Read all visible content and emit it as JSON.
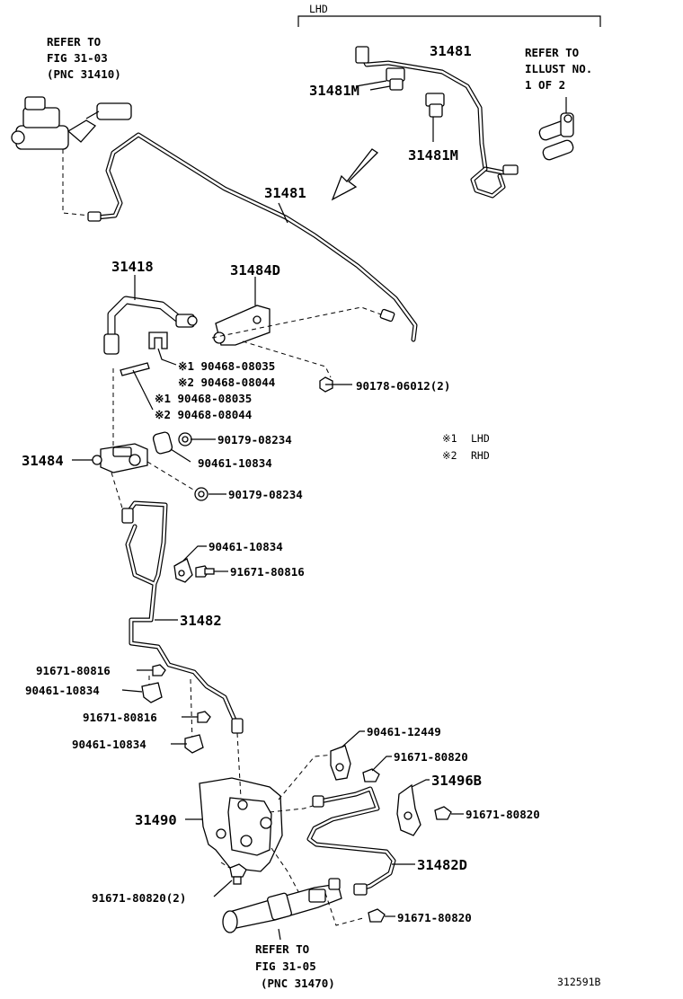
{
  "diagram": {
    "lhd_label": "LHD",
    "refer_top_left": [
      "REFER TO",
      "FIG 31-03",
      "(PNC 31410)"
    ],
    "refer_top_right": [
      "REFER TO",
      "ILLUST NO.",
      "1 OF 2"
    ],
    "refer_bottom": [
      "REFER TO",
      "FIG 31-05",
      "(PNC 31470)"
    ],
    "legend": [
      {
        "mark": "※1",
        "text": "LHD"
      },
      {
        "mark": "※2",
        "text": "RHD"
      }
    ],
    "illustration_code": "312591B",
    "labels": {
      "p31481_top": "31481",
      "p31481m_a": "31481M",
      "p31481m_b": "31481M",
      "p31481_mid": "31481",
      "p31418": "31418",
      "p31484d": "31484D",
      "p90468_1a": "※1 90468-08035",
      "p90468_2a": "※2 90468-08044",
      "p90178": "90178-06012(2)",
      "p90468_1b": "※1 90468-08035",
      "p90468_2b": "※2 90468-08044",
      "p31484": "31484",
      "p90179_a": "90179-08234",
      "p90461_a": "90461-10834",
      "p90179_b": "90179-08234",
      "p90461_b": "90461-10834",
      "p91671_a": "91671-80816",
      "p31482": "31482",
      "p91671_b": "91671-80816",
      "p90461_c": "90461-10834",
      "p91671_c": "91671-80816",
      "p90461_d": "90461-10834",
      "p90461_12449": "90461-12449",
      "p91671_80820_a": "91671-80820",
      "p31496b": "31496B",
      "p91671_80820_b": "91671-80820",
      "p31490": "31490",
      "p31482d": "31482D",
      "p91671_80820_2": "91671-80820(2)",
      "p91671_80820_c": "91671-80820"
    }
  }
}
